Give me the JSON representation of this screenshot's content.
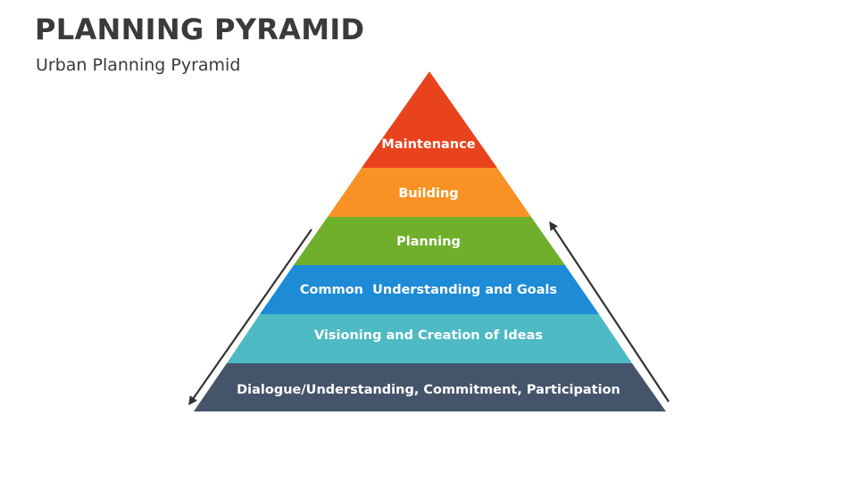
{
  "slide": {
    "title": "PLANNING PYRAMID",
    "subtitle": "Urban Planning Pyramid"
  },
  "pyramid": {
    "layers": [
      {
        "label": "Maintenance",
        "color": "#E8431C"
      },
      {
        "label": "Building",
        "color": "#F89225"
      },
      {
        "label": "Planning",
        "color": "#6FAF2B"
      },
      {
        "label": "Common  Understanding and Goals",
        "color": "#1D8BD6"
      },
      {
        "label": "Visioning and Creation of Ideas",
        "color": "#4DBAC4"
      },
      {
        "label": "Dialogue/Understanding, Commitment, Participation",
        "color": "#44546A"
      }
    ],
    "arrows": {
      "left": "arrow-down-left",
      "right": "arrow-up-right",
      "color": "#333333"
    }
  }
}
